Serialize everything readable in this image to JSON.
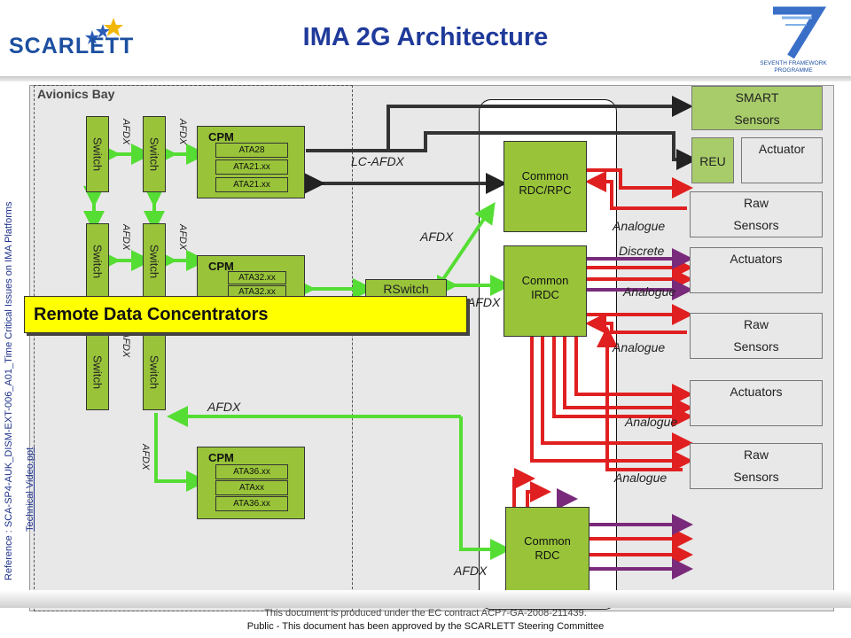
{
  "header": {
    "title": "IMA 2G Architecture",
    "logo_text": "SCARLETT",
    "fp7_caption": "SEVENTH FRAMEWORK PROGRAMME"
  },
  "bay": {
    "label": "Avionics Bay"
  },
  "switches": {
    "label": "Switch"
  },
  "link_labels": {
    "afdx": "AFDX",
    "lc_afdx": "LC-AFDX",
    "analogue": "Analogue",
    "discrete": "Discrete"
  },
  "cpm_1": {
    "title": "CPM",
    "items": [
      "ATA28",
      "ATA21.xx",
      "ATA21.xx"
    ]
  },
  "cpm_2": {
    "title": "CPM",
    "items": [
      "ATA32.xx",
      "ATA32.xx"
    ]
  },
  "cpm_3": {
    "title": "CPM",
    "items": [
      "ATA36.xx",
      "ATAxx",
      "ATA36.xx"
    ]
  },
  "rswitch": {
    "label": "RSwitch"
  },
  "common_rdc_rpc": {
    "line1": "Common",
    "line2": "RDC/RPC"
  },
  "common_irdc": {
    "line1": "Common",
    "line2": "IRDC"
  },
  "common_rdc": {
    "line1": "Common",
    "line2": "RDC"
  },
  "right_boxes": {
    "smart_line1": "SMART",
    "smart_line2": "Sensors",
    "reu": "REU",
    "actuator": "Actuator",
    "raw_line1": "Raw",
    "raw_line2": "Sensors",
    "actuators": "Actuators"
  },
  "banner": {
    "text": "Remote Data Concentrators"
  },
  "reference": {
    "line1": "Reference : SCA-SP4-AUK_DISM-EXT-006_A01_Time   Critical Issues on IMA Platforms",
    "line2": "Technical Video.ppt"
  },
  "footer": {
    "line1": "This document is produced under the EC contract ACP7-GA-2008-211439.",
    "line2": "Public -  This document has been approved by the SCARLETT Steering Committee"
  },
  "colors": {
    "title": "#1f3a9a",
    "green_box": "#99c43a",
    "afdx_link": "#55dd33",
    "analogue_link": "#e02020",
    "discrete_link": "#7a2a7a",
    "banner": "#ffff00"
  }
}
